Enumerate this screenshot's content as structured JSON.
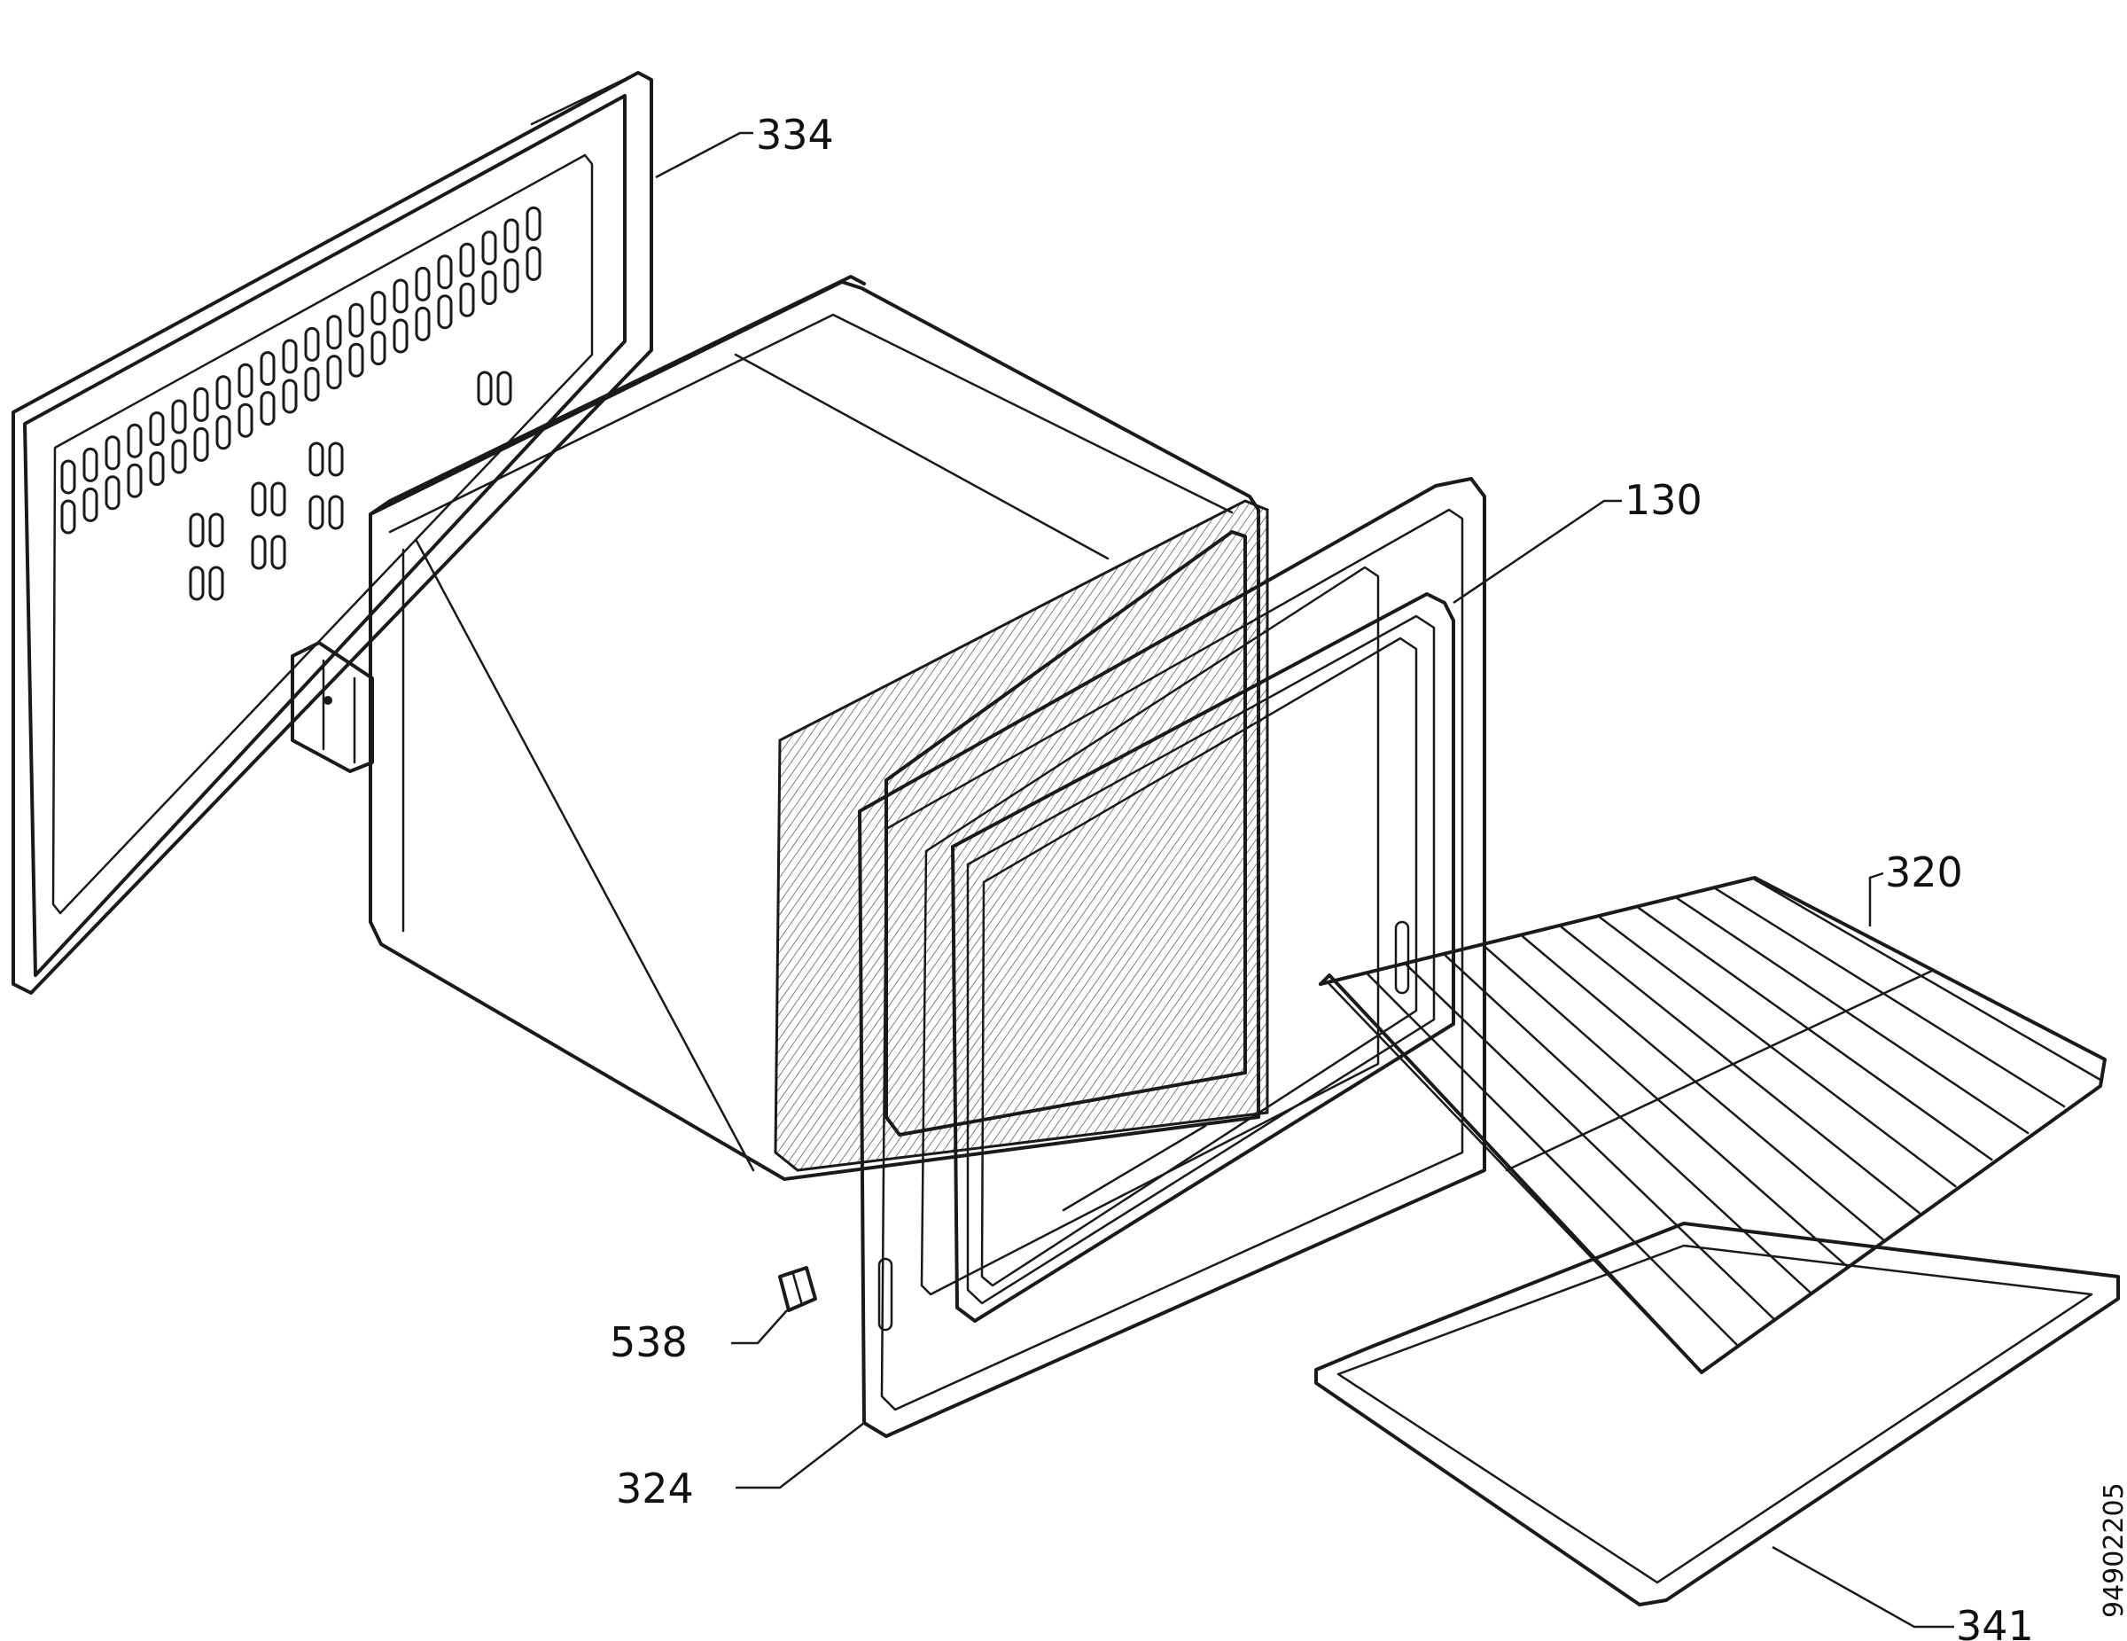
{
  "callouts": [
    {
      "id": "334",
      "label": "334"
    },
    {
      "id": "130",
      "label": "130"
    },
    {
      "id": "320",
      "label": "320"
    },
    {
      "id": "538",
      "label": "538"
    },
    {
      "id": "324",
      "label": "324"
    },
    {
      "id": "341",
      "label": "341"
    }
  ],
  "document_number": "94902205",
  "colors": {
    "ink": "#1a1a1a",
    "paper": "#ffffff"
  }
}
